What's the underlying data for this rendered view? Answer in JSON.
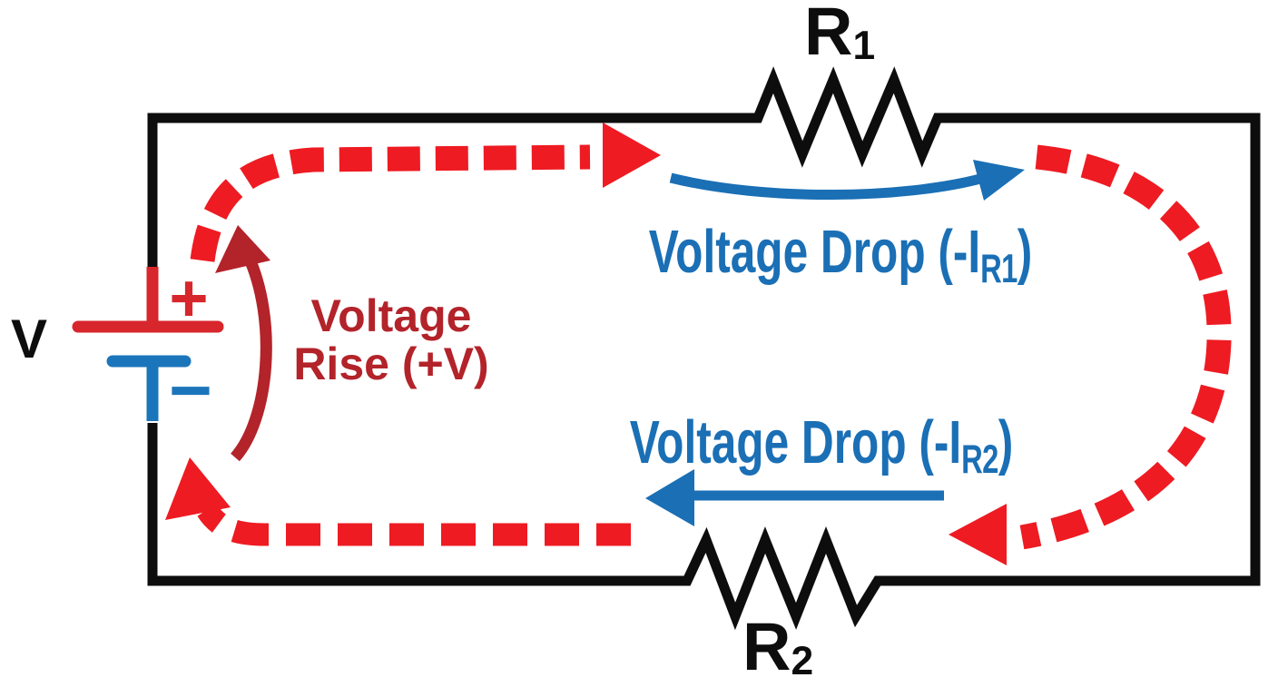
{
  "diagram": {
    "labels": {
      "source": "V",
      "battery_plus": "+",
      "battery_minus": "−",
      "r1": {
        "base": "R",
        "sub": "1"
      },
      "r2": {
        "base": "R",
        "sub": "2"
      },
      "voltage_rise": {
        "line1": "Voltage",
        "line2": "Rise (+V)"
      },
      "voltage_drop_r1": {
        "pre": "Voltage Drop (-I",
        "sub": "R1",
        "post": ")"
      },
      "voltage_drop_r2": {
        "pre": "Voltage Drop (-I",
        "sub": "R2",
        "post": ")"
      }
    },
    "colors": {
      "wire_black": "#0d0d0d",
      "loop_red": "#ee1b22",
      "rise_red": "#b3232a",
      "drop_blue": "#1a6fb5",
      "battery_positive_red": "#d7262c",
      "battery_negative_blue": "#1b75bb",
      "background": "#ffffff"
    }
  }
}
